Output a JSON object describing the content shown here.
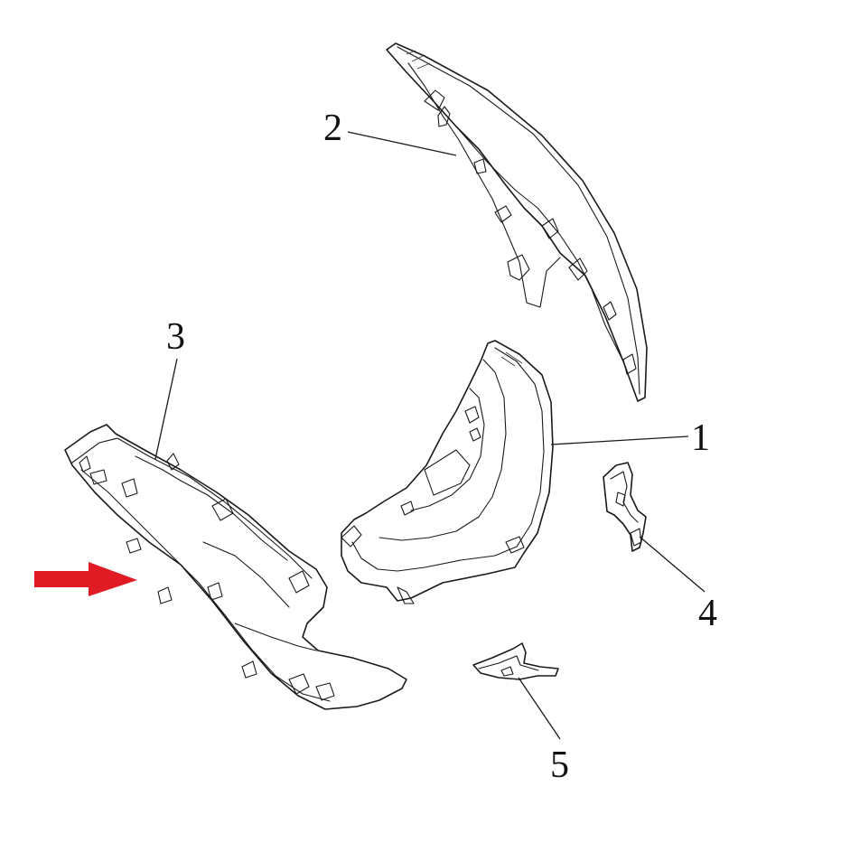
{
  "callouts": [
    {
      "id": "part-1",
      "label": "1"
    },
    {
      "id": "part-2",
      "label": "2"
    },
    {
      "id": "part-3",
      "label": "3"
    },
    {
      "id": "part-4",
      "label": "4"
    },
    {
      "id": "part-5",
      "label": "5"
    }
  ],
  "indicator": {
    "icon": "arrow-right-icon",
    "color": "#e01b24"
  }
}
